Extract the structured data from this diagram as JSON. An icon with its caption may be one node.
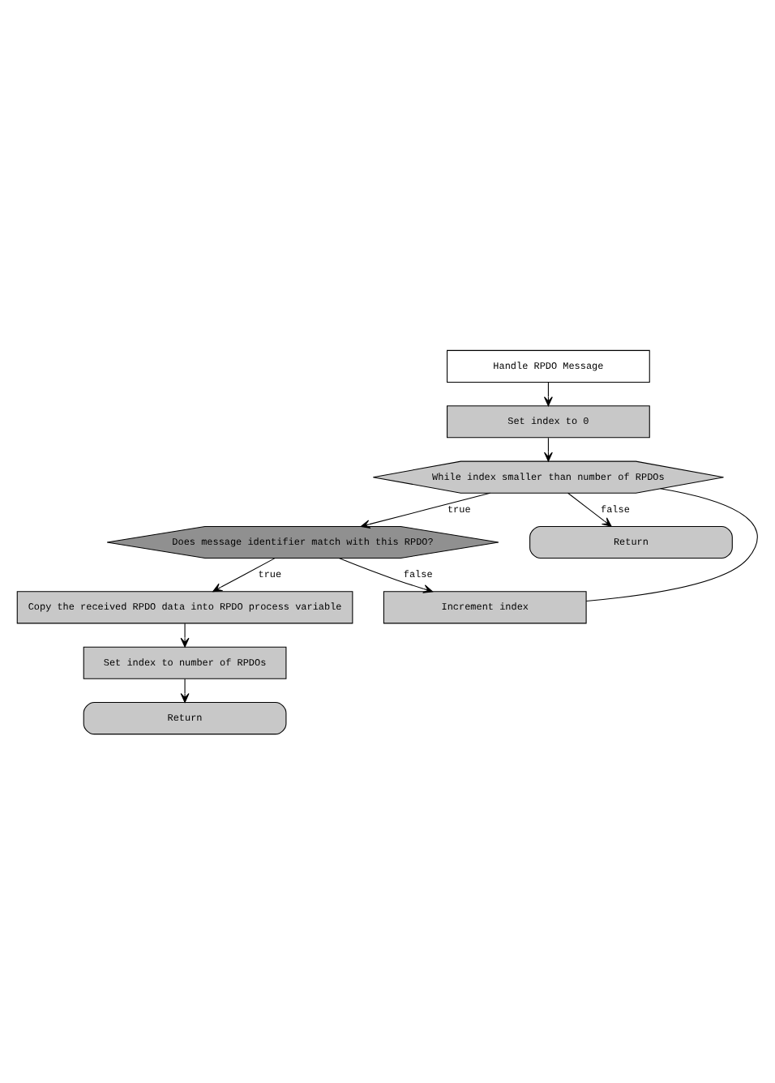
{
  "diagram": {
    "nodes": [
      {
        "text": [
          "Handle RPDO Message"
        ]
      },
      {
        "text": [
          "Set index to 0"
        ]
      },
      {
        "text": [
          "While index smaller than number of RPDOs"
        ]
      },
      {
        "text": [
          "Does message identifier match with this RPDO?"
        ]
      },
      {
        "text": [
          "Copy the received RPDO data into RPDO process variable"
        ]
      },
      {
        "text": [
          "Set index to number of RPDOs"
        ]
      },
      {
        "text": [
          "Return"
        ]
      },
      {
        "text": [
          "Increment index"
        ]
      },
      {
        "text": [
          "Return"
        ]
      }
    ],
    "edges": [
      {
        "from": 0,
        "to": 1,
        "arrow": "to"
      },
      {
        "from": 1,
        "to": 2,
        "arrow": "to"
      },
      {
        "from": 2,
        "to": 3,
        "label": "true",
        "arrow": "to"
      },
      {
        "from": 3,
        "to": 4,
        "label": "true",
        "arrow": "to"
      },
      {
        "from": 4,
        "to": 5,
        "arrow": "to"
      },
      {
        "from": 5,
        "to": 6,
        "arrow": "to"
      },
      {
        "from": 3,
        "to": 7,
        "label": "false",
        "arrow": "to"
      },
      {
        "from": 7,
        "to": 2,
        "arrow": "none"
      },
      {
        "from": 2,
        "to": 8,
        "label": "false",
        "arrow": "to"
      }
    ]
  }
}
